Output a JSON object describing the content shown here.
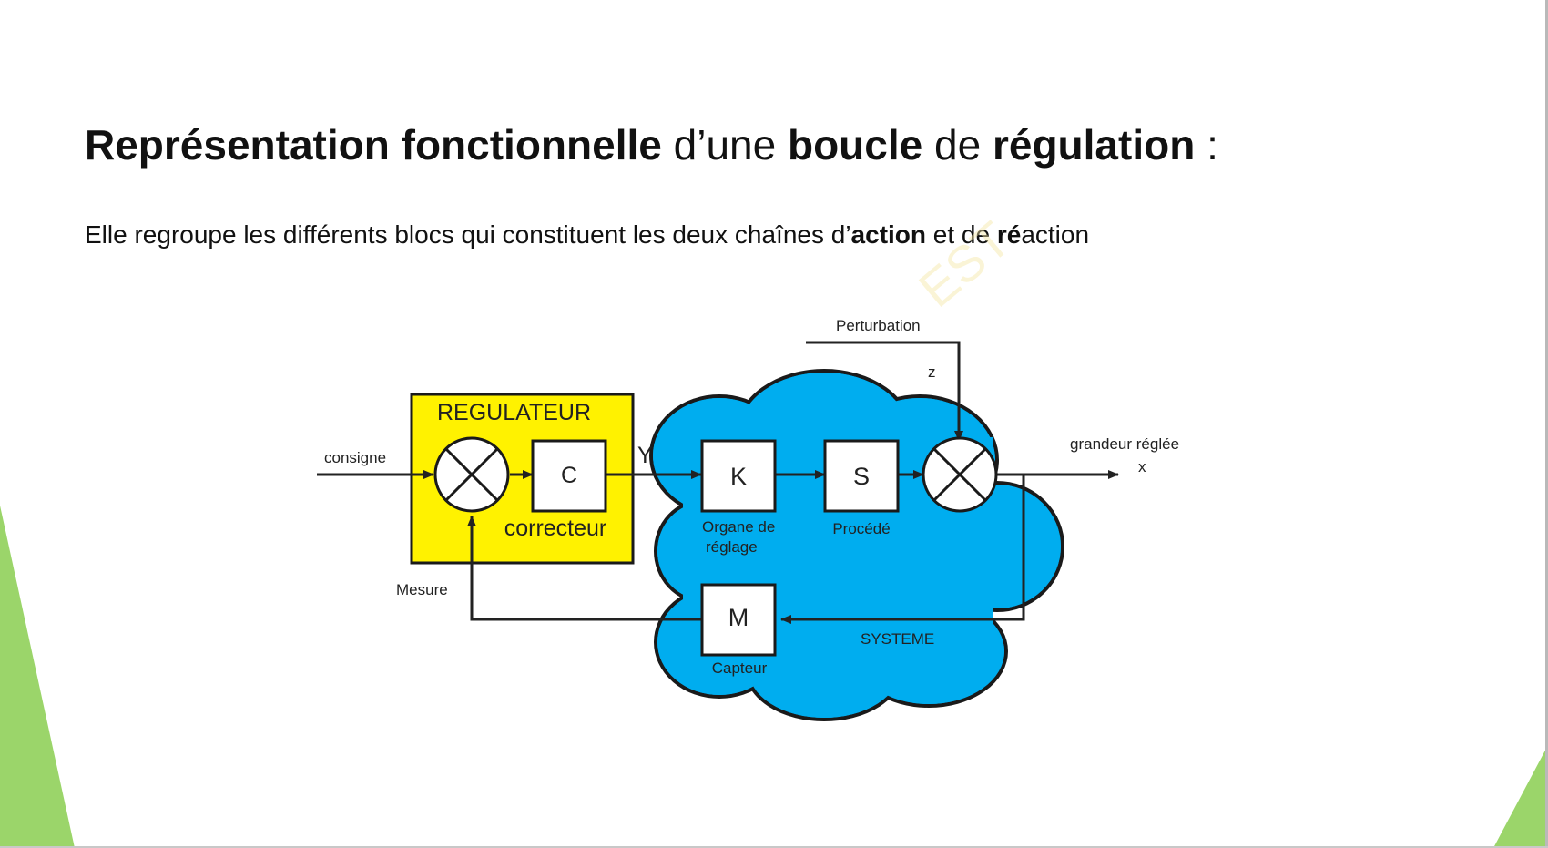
{
  "slide": {
    "title": {
      "part1": "Représentation fonctionnelle",
      "part2": " d’une ",
      "part3": "boucle",
      "part4": " de ",
      "part5": "régulation",
      "part6": " :"
    },
    "subtitle": {
      "part1": "Elle regroupe les différents blocs qui constituent les deux chaînes d’",
      "part2": "action",
      "part3": " et de ",
      "part4": "ré",
      "part5": "action"
    },
    "watermark": "EST"
  },
  "diagram": {
    "regulator_label": "REGULATEUR",
    "corrector_symbol": "C",
    "corrector_label": "correcteur",
    "input_label": "consigne",
    "y_label": "Y",
    "actuator_symbol": "K",
    "actuator_label_line1": "Organe de",
    "actuator_label_line2": "réglage",
    "process_symbol": "S",
    "process_label": "Procédé",
    "disturbance_label": "Perturbation",
    "z_label": "z",
    "output_label": "grandeur réglée",
    "x_label": "x",
    "sensor_symbol": "M",
    "sensor_label": "Capteur",
    "measure_label": "Mesure",
    "system_label": "SYSTEME"
  },
  "colors": {
    "regulator_fill": "#fff200",
    "system_fill": "#00adef",
    "accent_green": "#9bd56a",
    "line": "#222222"
  }
}
